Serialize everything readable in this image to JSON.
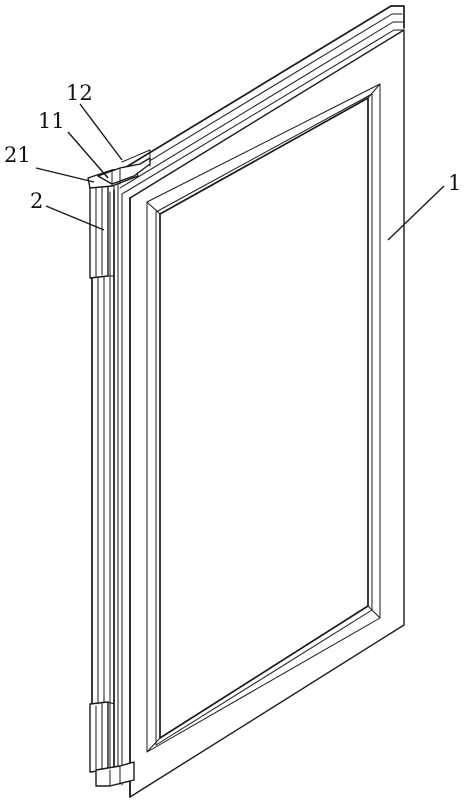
{
  "callouts": [
    {
      "id": "12",
      "text": "12"
    },
    {
      "id": "11",
      "text": "11"
    },
    {
      "id": "21",
      "text": "21"
    },
    {
      "id": "2",
      "text": "2"
    },
    {
      "id": "1",
      "text": "1"
    }
  ]
}
